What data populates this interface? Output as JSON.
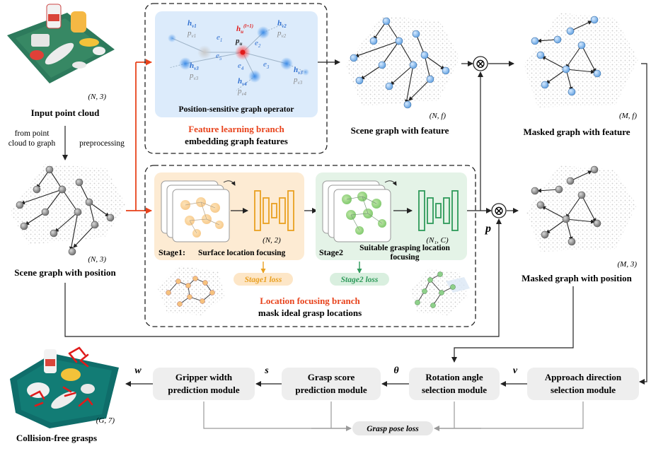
{
  "input": {
    "dim": "(N, 3)",
    "label": "Input point cloud",
    "edge_left_1": "from point",
    "edge_left_2": "cloud to graph",
    "edge_right": "preprocessing"
  },
  "scene_pos": {
    "dim": "(N, 3)",
    "label": "Scene graph with position"
  },
  "feature_branch": {
    "operator_label": "Position-sensitive graph operator",
    "title": "Feature learning branch",
    "subtitle": "embedding graph features",
    "nodes": {
      "hv1": "h",
      "hv1_sub": "v1",
      "pv1": "p",
      "pv1_sub": "v1",
      "hv2": "h",
      "hv2_sub": "v2",
      "pv2": "p",
      "pv2_sub": "v2",
      "hv3l": "h",
      "hv3l_sub": "v3",
      "pv3l": "p",
      "pv3l_sub": "v3",
      "hv3r": "h",
      "hv3r_sub": "v3",
      "pv3r": "p",
      "pv3r_sub": "v3",
      "hv4": "h",
      "hv4_sub": "v4",
      "pv4": "p",
      "pv4_sub": "v4",
      "hu": "h",
      "hu_sub": "u",
      "hu_sup": "(l+1)",
      "pu": "p",
      "pu_sub": "u",
      "e1": "e",
      "e1_sub": "1",
      "e2": "e",
      "e2_sub": "2",
      "e3": "e",
      "e3_sub": "3",
      "e4": "e",
      "e4_sub": "4",
      "e5": "e",
      "e5_sub": "5"
    }
  },
  "scene_feat": {
    "dim": "(N, f)",
    "label": "Scene graph with feature"
  },
  "masked_feat": {
    "dim": "(M, f)",
    "label": "Masked graph with feature"
  },
  "location_branch": {
    "stage1_label": "Stage1:",
    "stage1_desc": "Surface location focusing",
    "stage1_dim": "(N, 2)",
    "stage1_loss": "Stage1 loss",
    "stage2_label": "Stage2",
    "stage2_desc_1": "Suitable grasping location",
    "stage2_desc_2": "focusing",
    "stage2_dim": "(N₁, C)",
    "stage2_loss": "Stage2 loss",
    "title": "Location focusing branch",
    "subtitle": "mask ideal grasp locations"
  },
  "p_symbol": "p",
  "masked_pos": {
    "dim": "(M, 3)",
    "label": "Masked graph with position"
  },
  "modules": {
    "approach": [
      "Approach direction",
      "selection module"
    ],
    "rotation": [
      "Rotation angle",
      "selection module"
    ],
    "score": [
      "Grasp score",
      "prediction module"
    ],
    "gripper": [
      "Gripper width",
      "prediction module"
    ]
  },
  "symbols": {
    "v": "v",
    "theta": "θ",
    "s": "s",
    "w": "w",
    "otimes": "⊗"
  },
  "loss_label": "Grasp pose loss",
  "output": {
    "dim": "(G, 7)",
    "label": "Collision-free grasps"
  },
  "colors": {
    "feature_title": "#e8431c",
    "location_title": "#e8431c",
    "stage1_bg": "#fdebd3",
    "stage2_bg": "#e4f3e7",
    "operator_bg": "#dcebfb",
    "stage1_accent": "#e9a021",
    "stage2_accent": "#2e9a5a",
    "graph_node_blue": "#8cbdf0",
    "graph_node_gray": "#8a8a8a",
    "module_bg": "#eeeeee",
    "arrow_red": "#e8431c"
  }
}
